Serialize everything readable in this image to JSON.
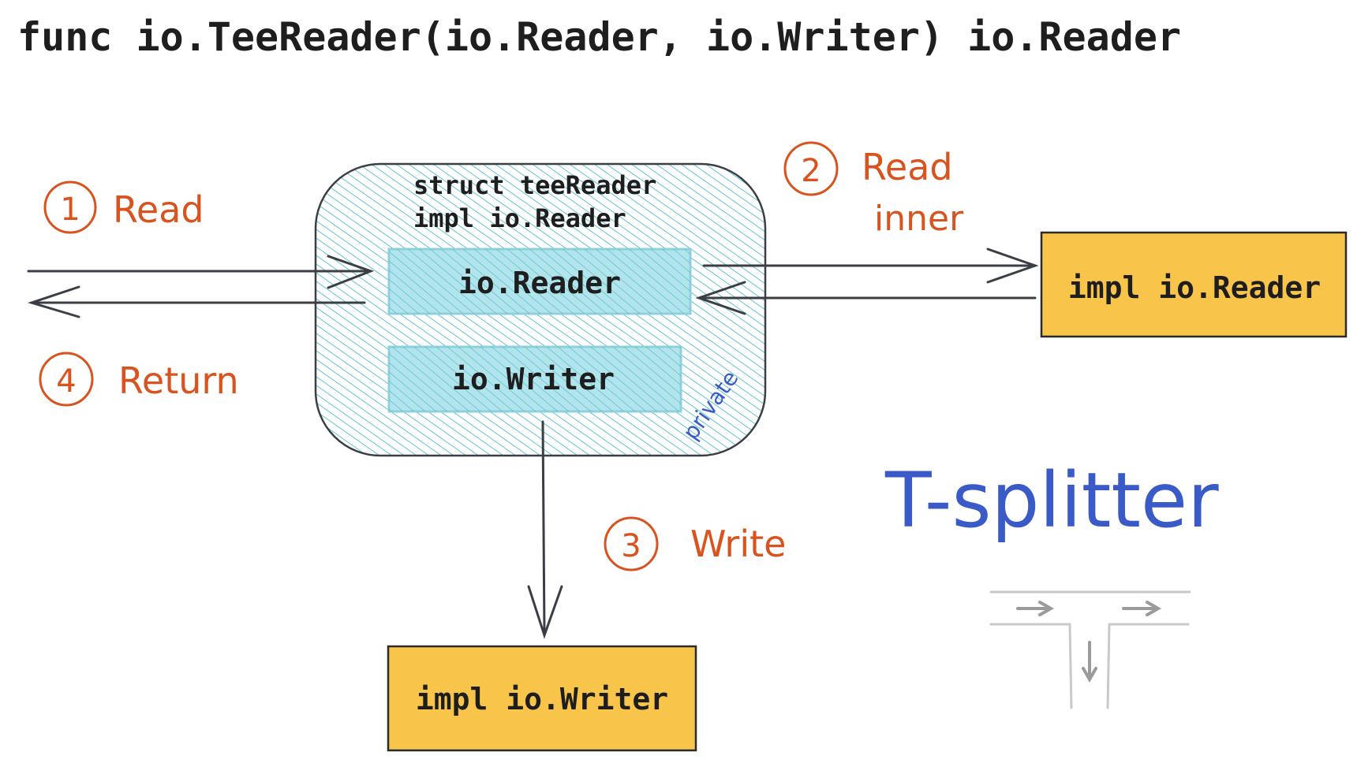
{
  "title": "func io.TeeReader(io.Reader, io.Writer) io.Reader",
  "tee_box": {
    "line1": "struct teeReader",
    "line2": "impl io.Reader",
    "reader_field": "io.Reader",
    "writer_field": "io.Writer",
    "private_label": "private"
  },
  "steps": {
    "step1": {
      "number": "1",
      "label": "Read"
    },
    "step2": {
      "number": "2",
      "label_line1": "Read",
      "label_line2": "inner"
    },
    "step3": {
      "number": "3",
      "label": "Write"
    },
    "step4": {
      "number": "4",
      "label": "Return"
    }
  },
  "external_reader": {
    "label": "impl io.Reader"
  },
  "external_writer": {
    "label": "impl io.Writer"
  },
  "splitter": {
    "label": "T-splitter"
  },
  "colors": {
    "hatch": "#3bb5c9",
    "inner_box": "#b2e4ec",
    "impl_box": "#f8c44a",
    "annotation": "#d9531e",
    "title_blue": "#3a5bc7",
    "stroke": "#3b3f45"
  }
}
